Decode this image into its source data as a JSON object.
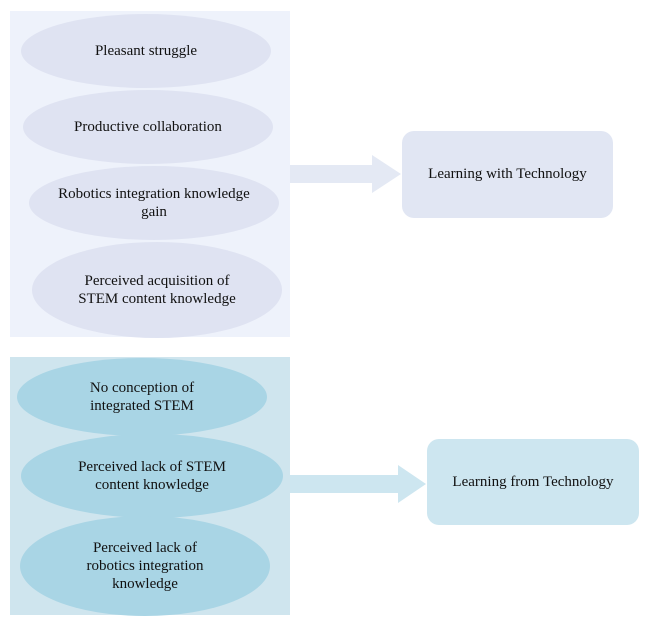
{
  "groups": [
    {
      "items": [
        "Pleasant struggle",
        "Productive collaboration",
        "Robotics integration knowledge gain",
        "Perceived acquisition of STEM content knowledge"
      ],
      "outcome": "Learning with Technology"
    },
    {
      "items": [
        "No conception of integrated STEM",
        "Perceived lack of STEM content knowledge",
        "Perceived lack of robotics integration knowledge"
      ],
      "outcome": "Learning from Technology"
    }
  ],
  "colors": {
    "panel_top": "#eef2fb",
    "panel_bottom": "#cfe5ee",
    "ellipse_top": "#dfe3f2",
    "ellipse_bottom": "#a9d5e5",
    "arrow_top": "#e4e9f4",
    "arrow_bottom": "#cde6f0"
  }
}
